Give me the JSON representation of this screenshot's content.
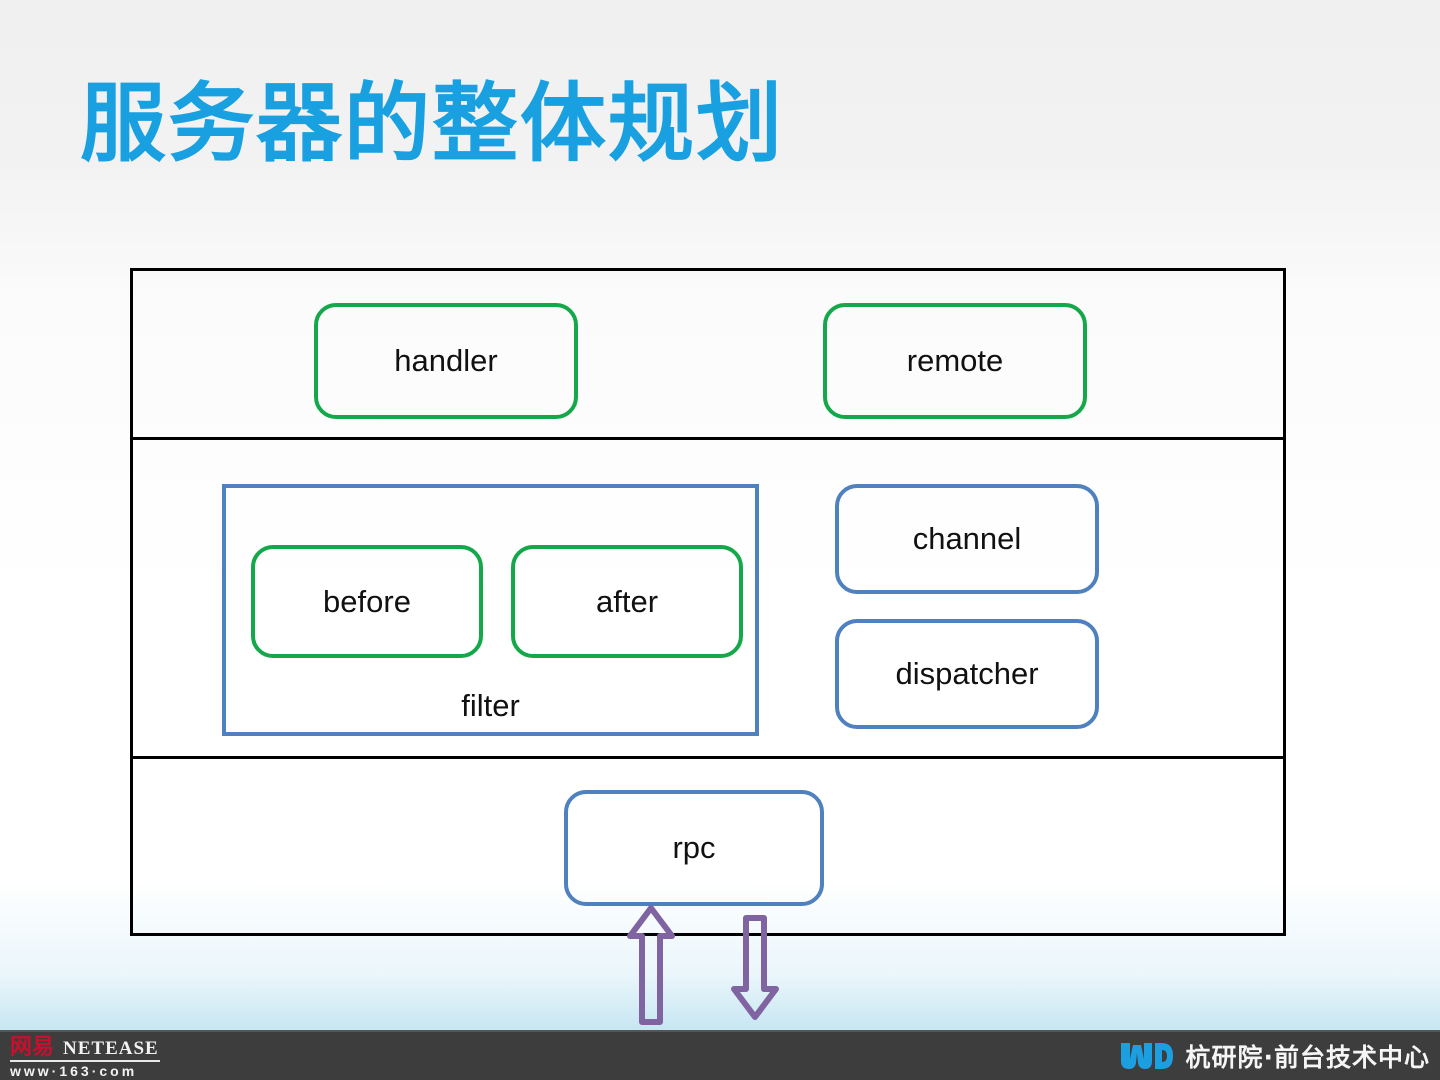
{
  "slide": {
    "title": "服务器的整体规划",
    "title_color": "#19A0E0",
    "background_top_color": "#f0f0f0",
    "background_bottom_color": "#c8e7f2"
  },
  "architecture": {
    "frame_border_color": "#000000",
    "green_border_color": "#14A84B",
    "blue_border_color": "#4E81BD",
    "rows": [
      {
        "name": "application-layer",
        "nodes": [
          {
            "id": "handler",
            "label": "handler",
            "style": "green-rounded"
          },
          {
            "id": "remote",
            "label": "remote",
            "style": "green-rounded"
          }
        ]
      },
      {
        "name": "middleware-layer",
        "groups": [
          {
            "id": "filter",
            "label": "filter",
            "style": "blue-square",
            "nodes": [
              {
                "id": "before",
                "label": "before",
                "style": "green-rounded"
              },
              {
                "id": "after",
                "label": "after",
                "style": "green-rounded"
              }
            ]
          }
        ],
        "nodes": [
          {
            "id": "channel",
            "label": "channel",
            "style": "blue-rounded"
          },
          {
            "id": "dispatcher",
            "label": "dispatcher",
            "style": "blue-rounded"
          }
        ]
      },
      {
        "name": "transport-layer",
        "nodes": [
          {
            "id": "rpc",
            "label": "rpc",
            "style": "blue-rounded"
          }
        ]
      }
    ],
    "arrows": [
      {
        "id": "arrow-up",
        "direction": "up",
        "color": "#8064A2"
      },
      {
        "id": "arrow-down",
        "direction": "down",
        "color": "#8064A2"
      }
    ]
  },
  "footer": {
    "background_color": "#3d3d3d",
    "netease": {
      "cn_name": "网易",
      "en_name": "NETEASE",
      "url": "www·163·com",
      "cn_color": "#C8102E"
    },
    "department": {
      "mark": "wd-logo-icon",
      "mark_color": "#1C9FE0",
      "text": "杭研院·前台技术中心"
    }
  }
}
